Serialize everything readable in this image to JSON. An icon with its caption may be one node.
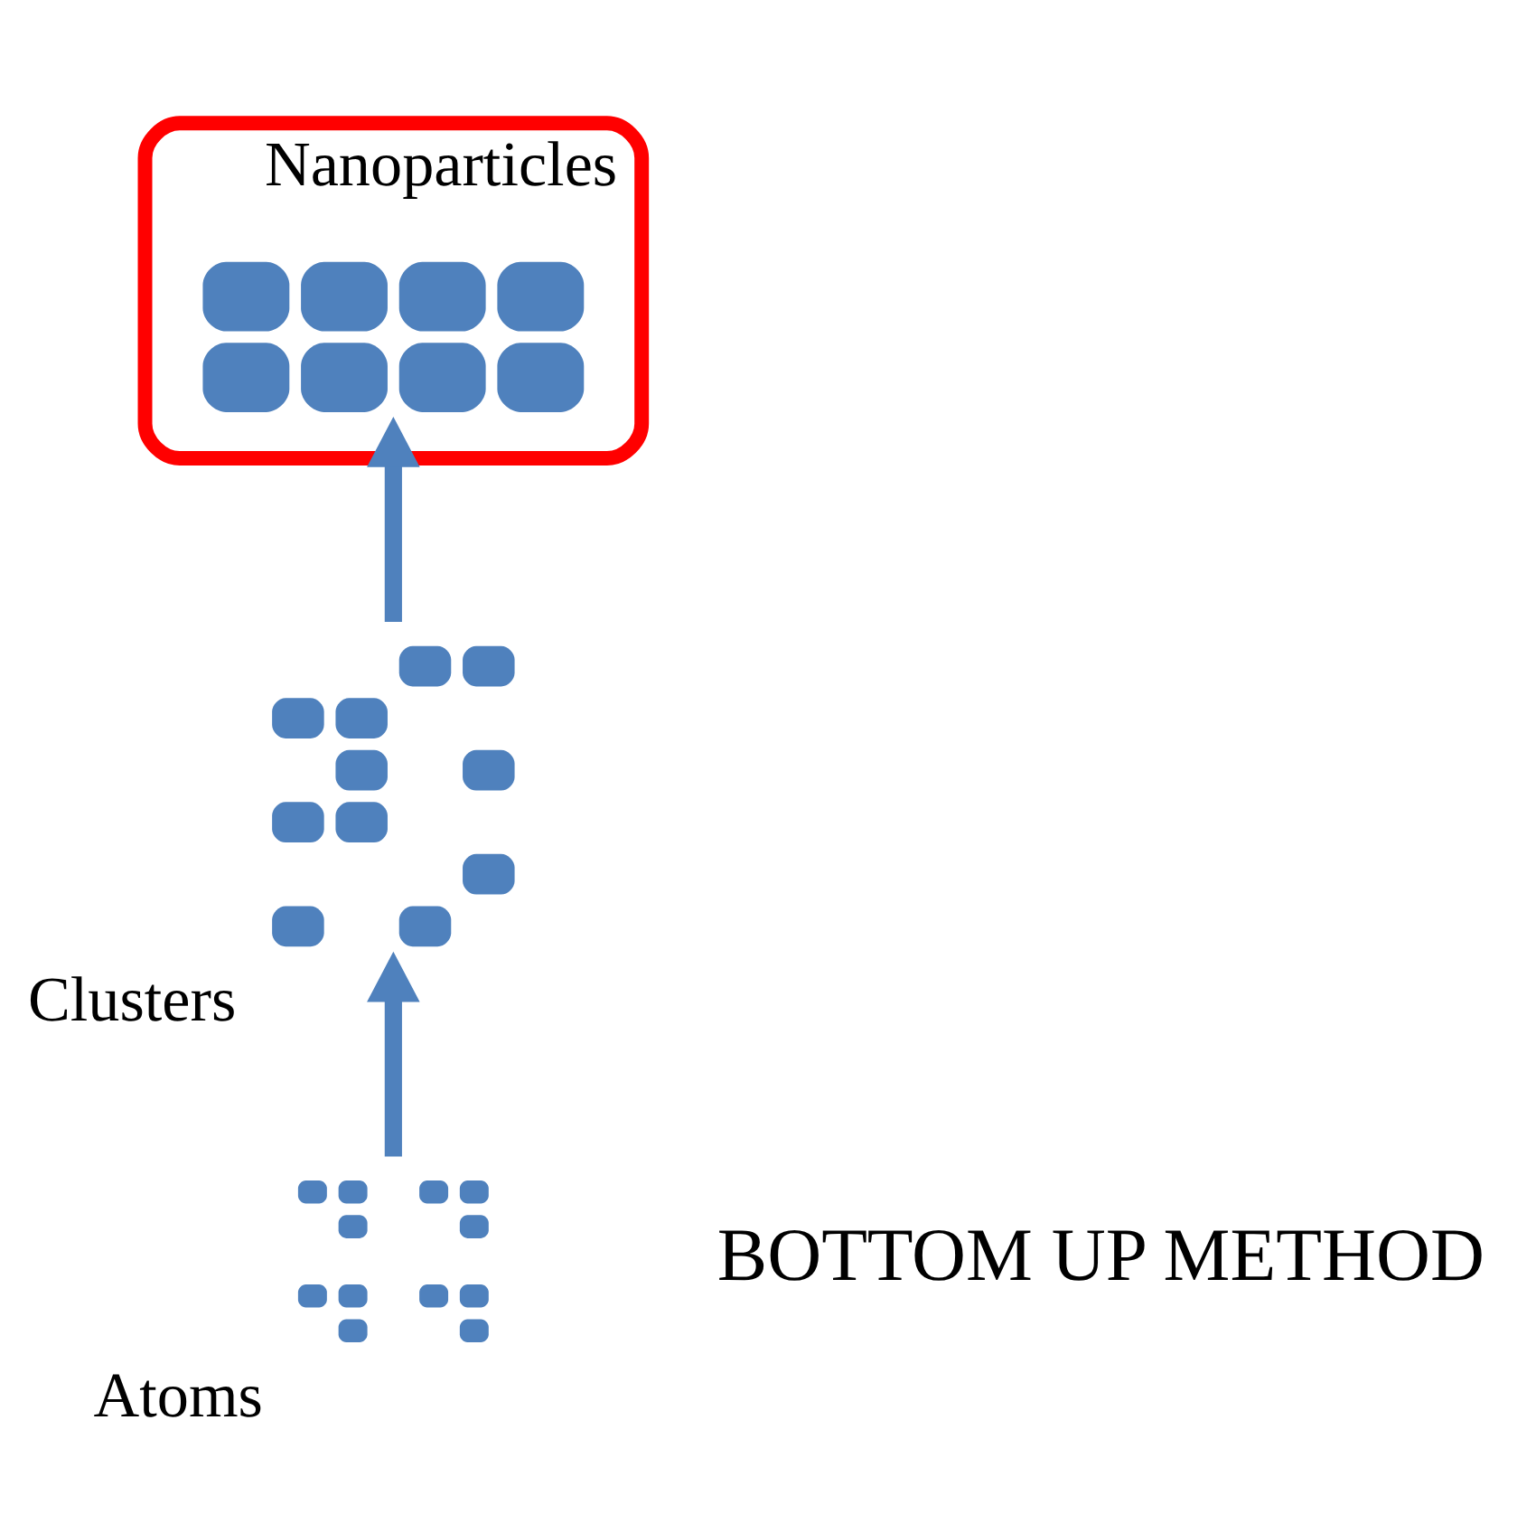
{
  "diagram": {
    "nodes": [
      {
        "text": [],
        "shape": "picture",
        "beside": [
          "Atoms"
        ]
      },
      {
        "text": [],
        "shape": "picture",
        "beside": [
          "Clusters"
        ]
      },
      {
        "text": [
          "Nanoparticles"
        ]
      },
      {
        "text": [],
        "shape": "picture",
        "in": 2
      }
    ],
    "edges": [
      {
        "from": 0,
        "to": 1,
        "arrow": "to"
      },
      {
        "from": 1,
        "to": 3,
        "arrow": "to"
      }
    ],
    "labels": [
      "BOTTOM UP METHOD"
    ]
  }
}
